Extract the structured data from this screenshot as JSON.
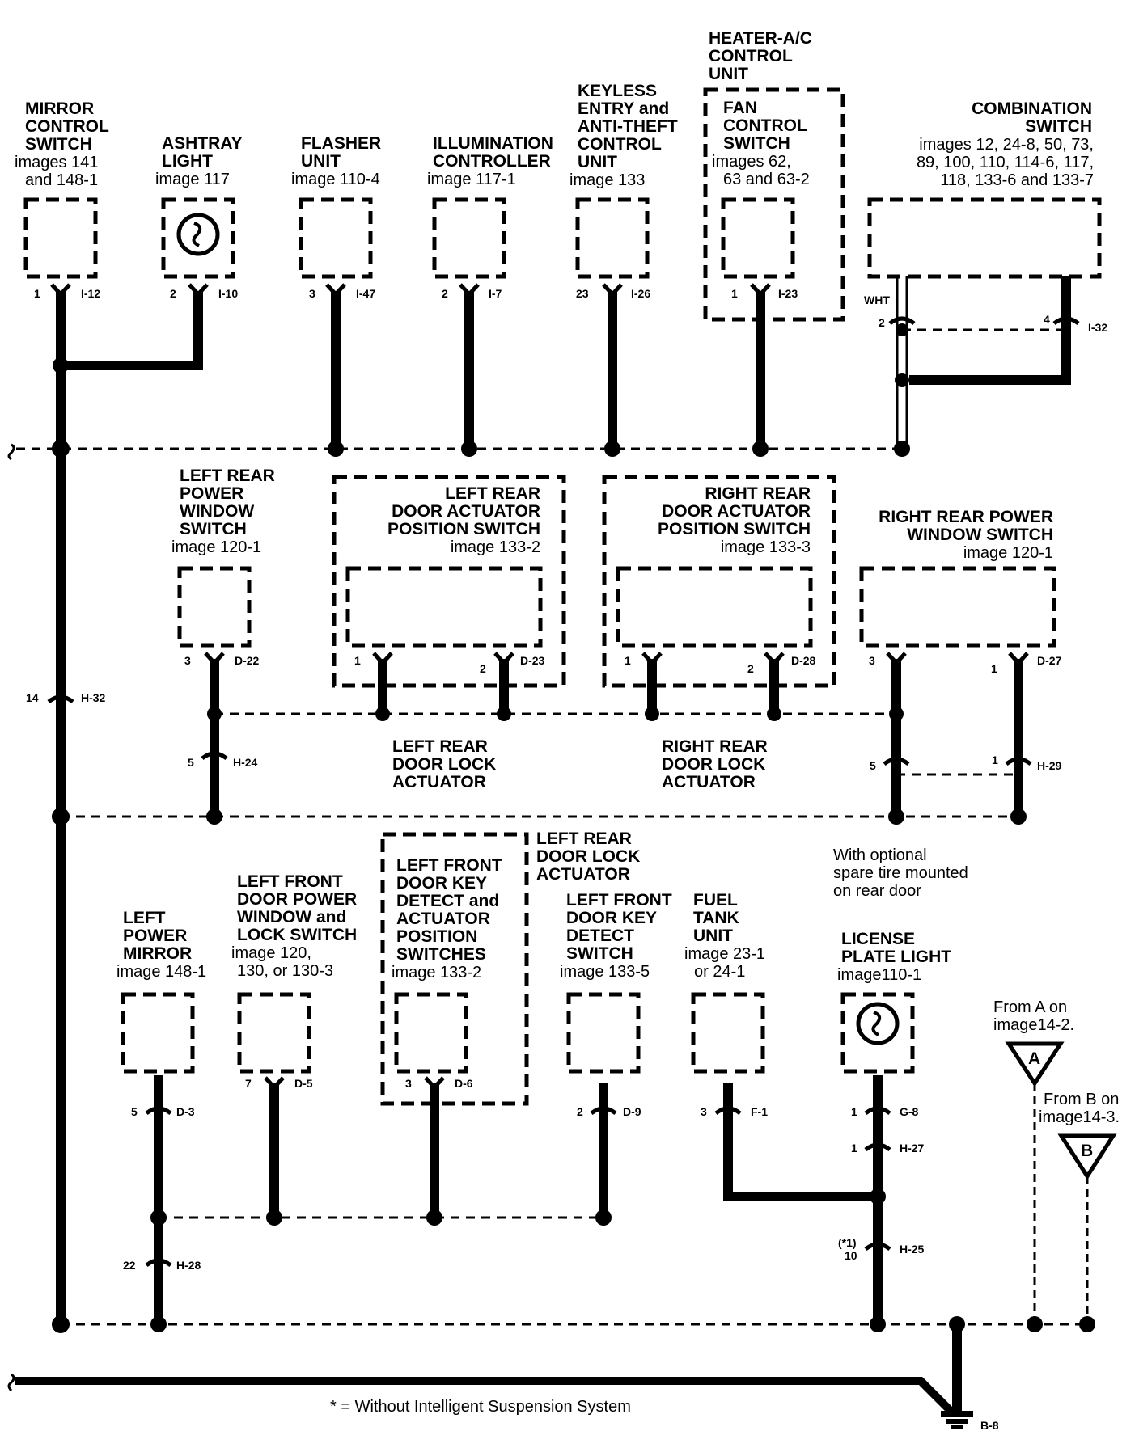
{
  "components": {
    "mirror_control_switch": {
      "name": [
        "MIRROR",
        "CONTROL",
        "SWITCH"
      ],
      "ref": [
        "images 141",
        "and 148-1"
      ],
      "pin": "1",
      "connector": "I-12"
    },
    "ashtray_light": {
      "name": [
        "ASHTRAY",
        "LIGHT"
      ],
      "ref": [
        "image 117"
      ],
      "pin": "2",
      "connector": "I-10"
    },
    "flasher_unit": {
      "name": [
        "FLASHER",
        "UNIT"
      ],
      "ref": [
        "image 110-4"
      ],
      "pin": "3",
      "connector": "I-47"
    },
    "illumination_controller": {
      "name": [
        "ILLUMINATION",
        "CONTROLLER"
      ],
      "ref": [
        "image 117-1"
      ],
      "pin": "2",
      "connector": "I-7"
    },
    "keyless_entry": {
      "name": [
        "KEYLESS",
        "ENTRY and",
        "ANTI-THEFT",
        "CONTROL",
        "UNIT"
      ],
      "ref": [
        "image 133"
      ],
      "pin": "23",
      "connector": "I-26"
    },
    "heater_ac": {
      "name": [
        "HEATER-A/C",
        "CONTROL",
        "UNIT"
      ],
      "sub_name": [
        "FAN",
        "CONTROL",
        "SWITCH"
      ],
      "ref": [
        "images 62,",
        "63 and 63-2"
      ],
      "pin": "1",
      "connector": "I-23"
    },
    "combination_switch": {
      "name": [
        "COMBINATION",
        "SWITCH"
      ],
      "ref": [
        "images 12, 24-8, 50, 73,",
        "89, 100, 110, 114-6, 117,",
        "118, 133-6 and 133-7"
      ],
      "wire_color": "WHT",
      "pin_left": "2",
      "pin_right": "4",
      "connector": "I-32"
    },
    "left_rear_power_window_switch": {
      "name": [
        "LEFT REAR",
        "POWER",
        "WINDOW",
        "SWITCH"
      ],
      "ref": [
        "image 120-1"
      ],
      "pin": "3",
      "connector": "D-22",
      "inline_pin": "5",
      "inline_connector": "H-24"
    },
    "left_rear_door_actuator_position_switch": {
      "name": [
        "LEFT REAR",
        "DOOR ACTUATOR",
        "POSITION SWITCH"
      ],
      "ref": [
        "image 133-2"
      ],
      "pin_left": "1",
      "pin_right": "2",
      "connector": "D-23"
    },
    "right_rear_door_actuator_position_switch": {
      "name": [
        "RIGHT REAR",
        "DOOR ACTUATOR",
        "POSITION SWITCH"
      ],
      "ref": [
        "image 133-3"
      ],
      "pin_left": "1",
      "pin_right": "2",
      "connector": "D-28"
    },
    "right_rear_power_window_switch": {
      "name": [
        "RIGHT REAR POWER",
        "WINDOW SWITCH"
      ],
      "ref": [
        "image 120-1"
      ],
      "pin_left": "3",
      "pin_right": "1",
      "connector": "D-27",
      "inline_pin_left": "5",
      "inline_pin_right": "1",
      "inline_connector": "H-29"
    },
    "left_rear_door_lock_actuator_label": [
      "LEFT REAR",
      "DOOR LOCK",
      "ACTUATOR"
    ],
    "right_rear_door_lock_actuator_label": [
      "RIGHT REAR",
      "DOOR LOCK",
      "ACTUATOR"
    ],
    "left_power_mirror": {
      "name": [
        "LEFT",
        "POWER",
        "MIRROR"
      ],
      "ref": [
        "image 148-1"
      ],
      "pin": "5",
      "connector": "D-3",
      "inline_pin": "22",
      "inline_connector": "H-28"
    },
    "left_front_door_power_window": {
      "name": [
        "LEFT FRONT",
        "DOOR POWER",
        "WINDOW and",
        "LOCK SWITCH"
      ],
      "ref": [
        "image 120,",
        "130, or 130-3"
      ],
      "pin": "7",
      "connector": "D-5"
    },
    "left_front_door_key_detect_actuator": {
      "name": [
        "LEFT FRONT",
        "DOOR KEY",
        "DETECT and",
        "ACTUATOR",
        "POSITION",
        "SWITCHES"
      ],
      "ref": [
        "image 133-2"
      ],
      "pin": "3",
      "connector": "D-6"
    },
    "left_rear_door_lock_actuator_bottom": [
      "LEFT REAR",
      "DOOR LOCK",
      "ACTUATOR"
    ],
    "left_front_door_key_detect_switch": {
      "name": [
        "LEFT FRONT",
        "DOOR KEY",
        "DETECT",
        "SWITCH"
      ],
      "ref": [
        "image 133-5"
      ],
      "pin": "2",
      "connector": "D-9"
    },
    "fuel_tank_unit": {
      "name": [
        "FUEL",
        "TANK",
        "UNIT"
      ],
      "ref": [
        "image 23-1",
        "or 24-1"
      ],
      "pin": "3",
      "connector": "F-1"
    },
    "license_plate_light": {
      "name": [
        "LICENSE",
        "PLATE LIGHT"
      ],
      "ref": [
        "image110-1"
      ],
      "note": [
        "With optional",
        "spare tire mounted",
        "on rear door"
      ],
      "pin": "1",
      "connector": "G-8",
      "pin2": "1",
      "connector2": "H-27",
      "pin3_top": "(*1)",
      "pin3": "10",
      "connector3": "H-25"
    },
    "main_inline": {
      "pin": "14",
      "connector": "H-32"
    },
    "from_a": {
      "text": [
        "From A on",
        "image14-2."
      ],
      "letter": "A"
    },
    "from_b": {
      "text": [
        "From B on",
        "image14-3."
      ],
      "letter": "B"
    },
    "ground": {
      "connector": "B-8"
    }
  },
  "footnote": "* = Without Intelligent Suspension System"
}
